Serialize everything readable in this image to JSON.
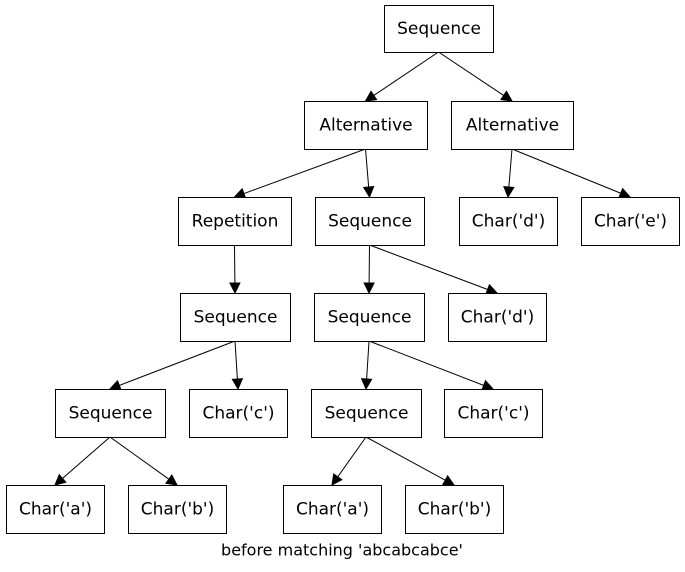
{
  "caption": "before matching 'abcabcabce'",
  "nodes": [
    {
      "id": "n0",
      "label": "Sequence"
    },
    {
      "id": "n1",
      "label": "Alternative"
    },
    {
      "id": "n2",
      "label": "Alternative"
    },
    {
      "id": "n3",
      "label": "Repetition"
    },
    {
      "id": "n4",
      "label": "Sequence"
    },
    {
      "id": "n5",
      "label": "Char('d')"
    },
    {
      "id": "n6",
      "label": "Char('e')"
    },
    {
      "id": "n7",
      "label": "Sequence"
    },
    {
      "id": "n8",
      "label": "Sequence"
    },
    {
      "id": "n9",
      "label": "Char('d')"
    },
    {
      "id": "n10",
      "label": "Sequence"
    },
    {
      "id": "n11",
      "label": "Char('c')"
    },
    {
      "id": "n12",
      "label": "Sequence"
    },
    {
      "id": "n13",
      "label": "Char('c')"
    },
    {
      "id": "n14",
      "label": "Char('a')"
    },
    {
      "id": "n15",
      "label": "Char('b')"
    },
    {
      "id": "n16",
      "label": "Char('a')"
    },
    {
      "id": "n17",
      "label": "Char('b')"
    }
  ],
  "edges": [
    [
      "n0",
      "n1"
    ],
    [
      "n0",
      "n2"
    ],
    [
      "n1",
      "n3"
    ],
    [
      "n1",
      "n4"
    ],
    [
      "n2",
      "n5"
    ],
    [
      "n2",
      "n6"
    ],
    [
      "n3",
      "n7"
    ],
    [
      "n4",
      "n8"
    ],
    [
      "n4",
      "n9"
    ],
    [
      "n7",
      "n10"
    ],
    [
      "n7",
      "n11"
    ],
    [
      "n8",
      "n12"
    ],
    [
      "n8",
      "n13"
    ],
    [
      "n10",
      "n14"
    ],
    [
      "n10",
      "n15"
    ],
    [
      "n12",
      "n16"
    ],
    [
      "n12",
      "n17"
    ]
  ]
}
